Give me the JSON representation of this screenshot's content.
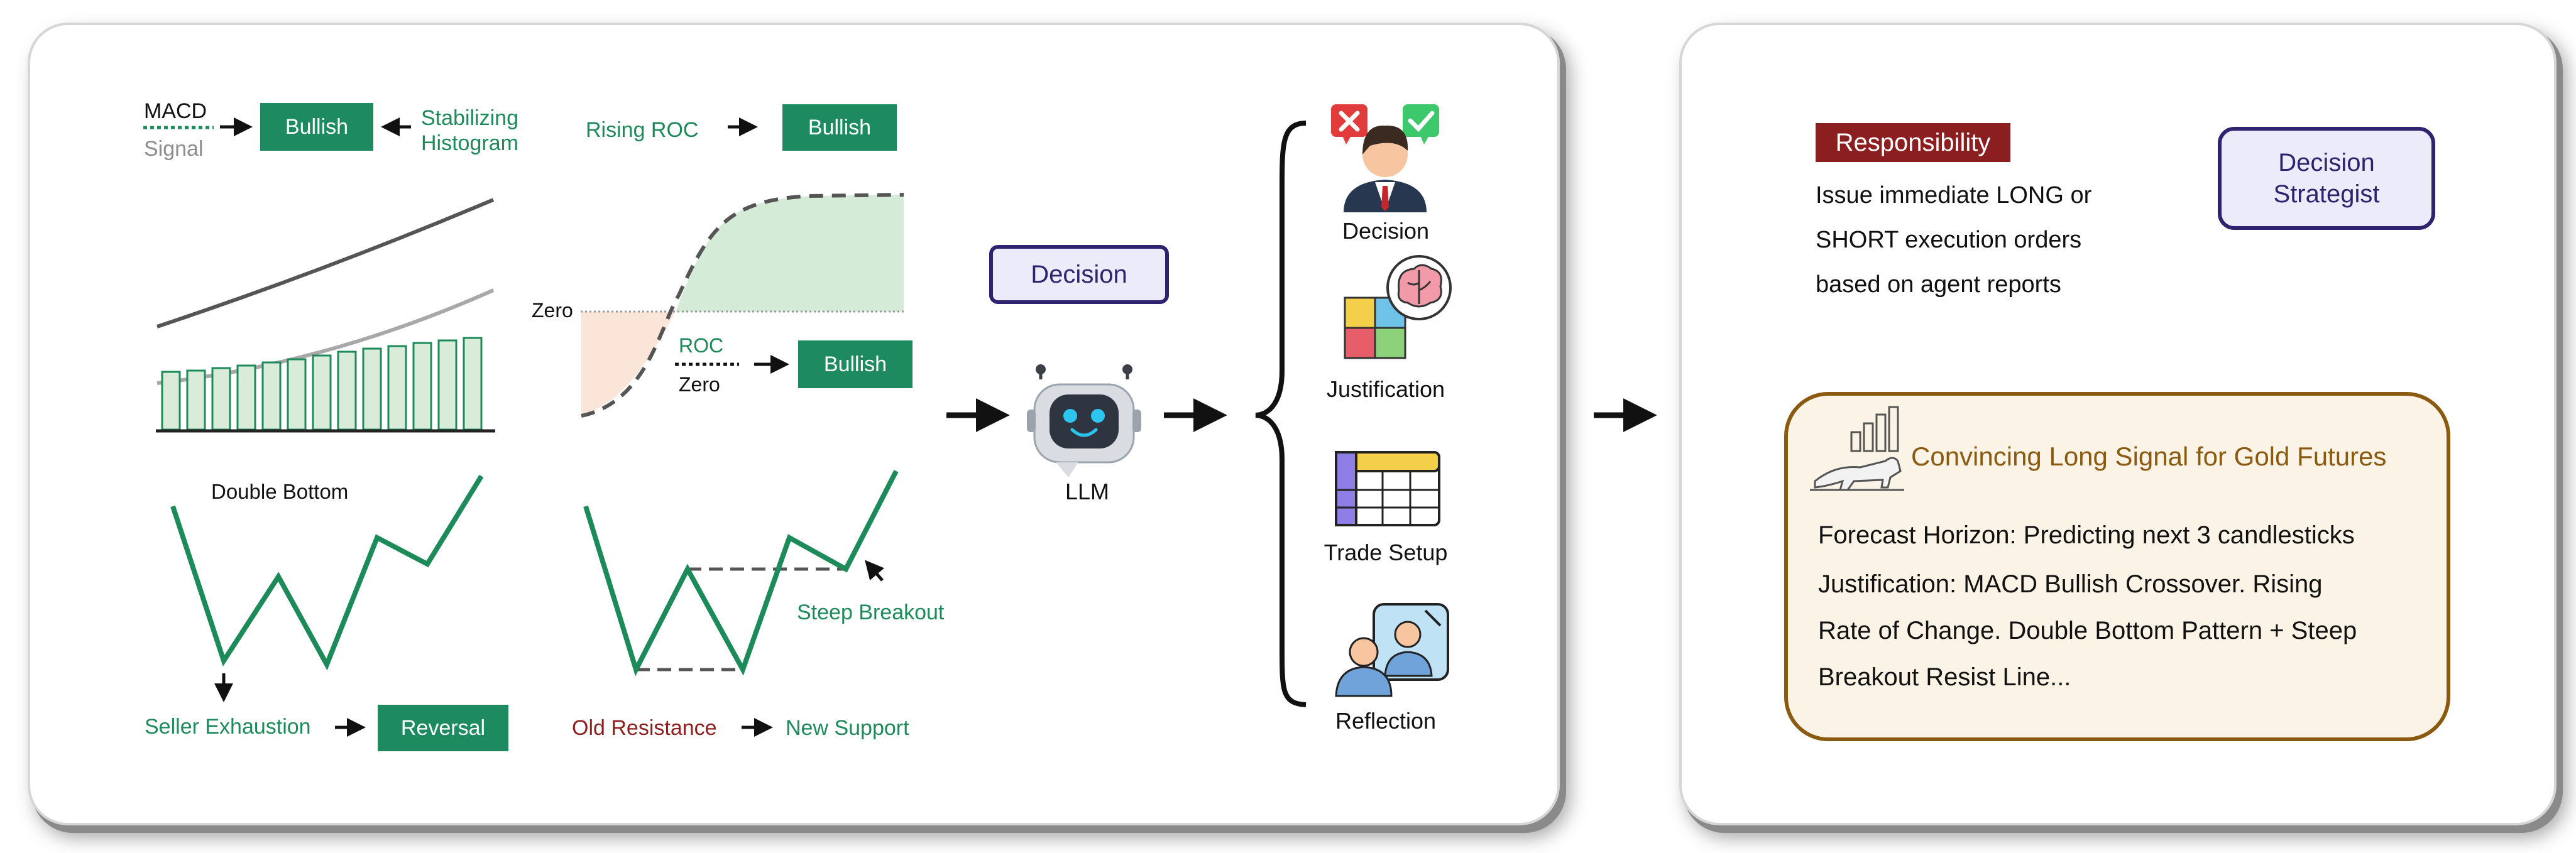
{
  "colors": {
    "green": "#1d8a5a",
    "green_box": "#1e8a60",
    "dark_red": "#8e1f1f",
    "purple": "#2f2370",
    "gold": "#8a5a10",
    "cream": "#fbf3e6"
  },
  "macd_panel": {
    "macd_label": "MACD",
    "signal_label": "Signal",
    "result": "Bullish",
    "histogram_label_line1": "Stabilizing",
    "histogram_label_line2": "Histogram"
  },
  "roc_panel": {
    "rising_label": "Rising ROC",
    "rising_result": "Bullish",
    "zero_label": "Zero",
    "roc_label": "ROC",
    "zero_label2": "Zero",
    "cross_result": "Bullish"
  },
  "double_bottom_panel": {
    "title": "Double Bottom",
    "exhaustion_label": "Seller Exhaustion",
    "result": "Reversal"
  },
  "breakout_panel": {
    "breakout_label": "Steep Breakout",
    "old_resistance": "Old Resistance",
    "new_support": "New Support"
  },
  "center": {
    "decision_label": "Decision",
    "llm_label": "LLM"
  },
  "outputs": [
    {
      "label": "Decision",
      "icon": "decision-person-icon"
    },
    {
      "label": "Justification",
      "icon": "puzzle-brain-icon"
    },
    {
      "label": "Trade Setup",
      "icon": "table-icon"
    },
    {
      "label": "Reflection",
      "icon": "reflection-people-icon"
    }
  ],
  "strategist": {
    "role_name": "Decision Strategist",
    "responsibility_badge": "Responsibility",
    "responsibility_lines": [
      "Issue immediate LONG or",
      "SHORT execution orders",
      "based on agent reports"
    ],
    "signal_title": "Convincing Long Signal for Gold Futures",
    "signal_lines": [
      "Forecast Horizon: Predicting next 3 candlesticks",
      "Justification: MACD Bullish Crossover. Rising",
      "Rate of Change. Double Bottom Pattern + Steep",
      "Breakout Resist Line..."
    ]
  }
}
